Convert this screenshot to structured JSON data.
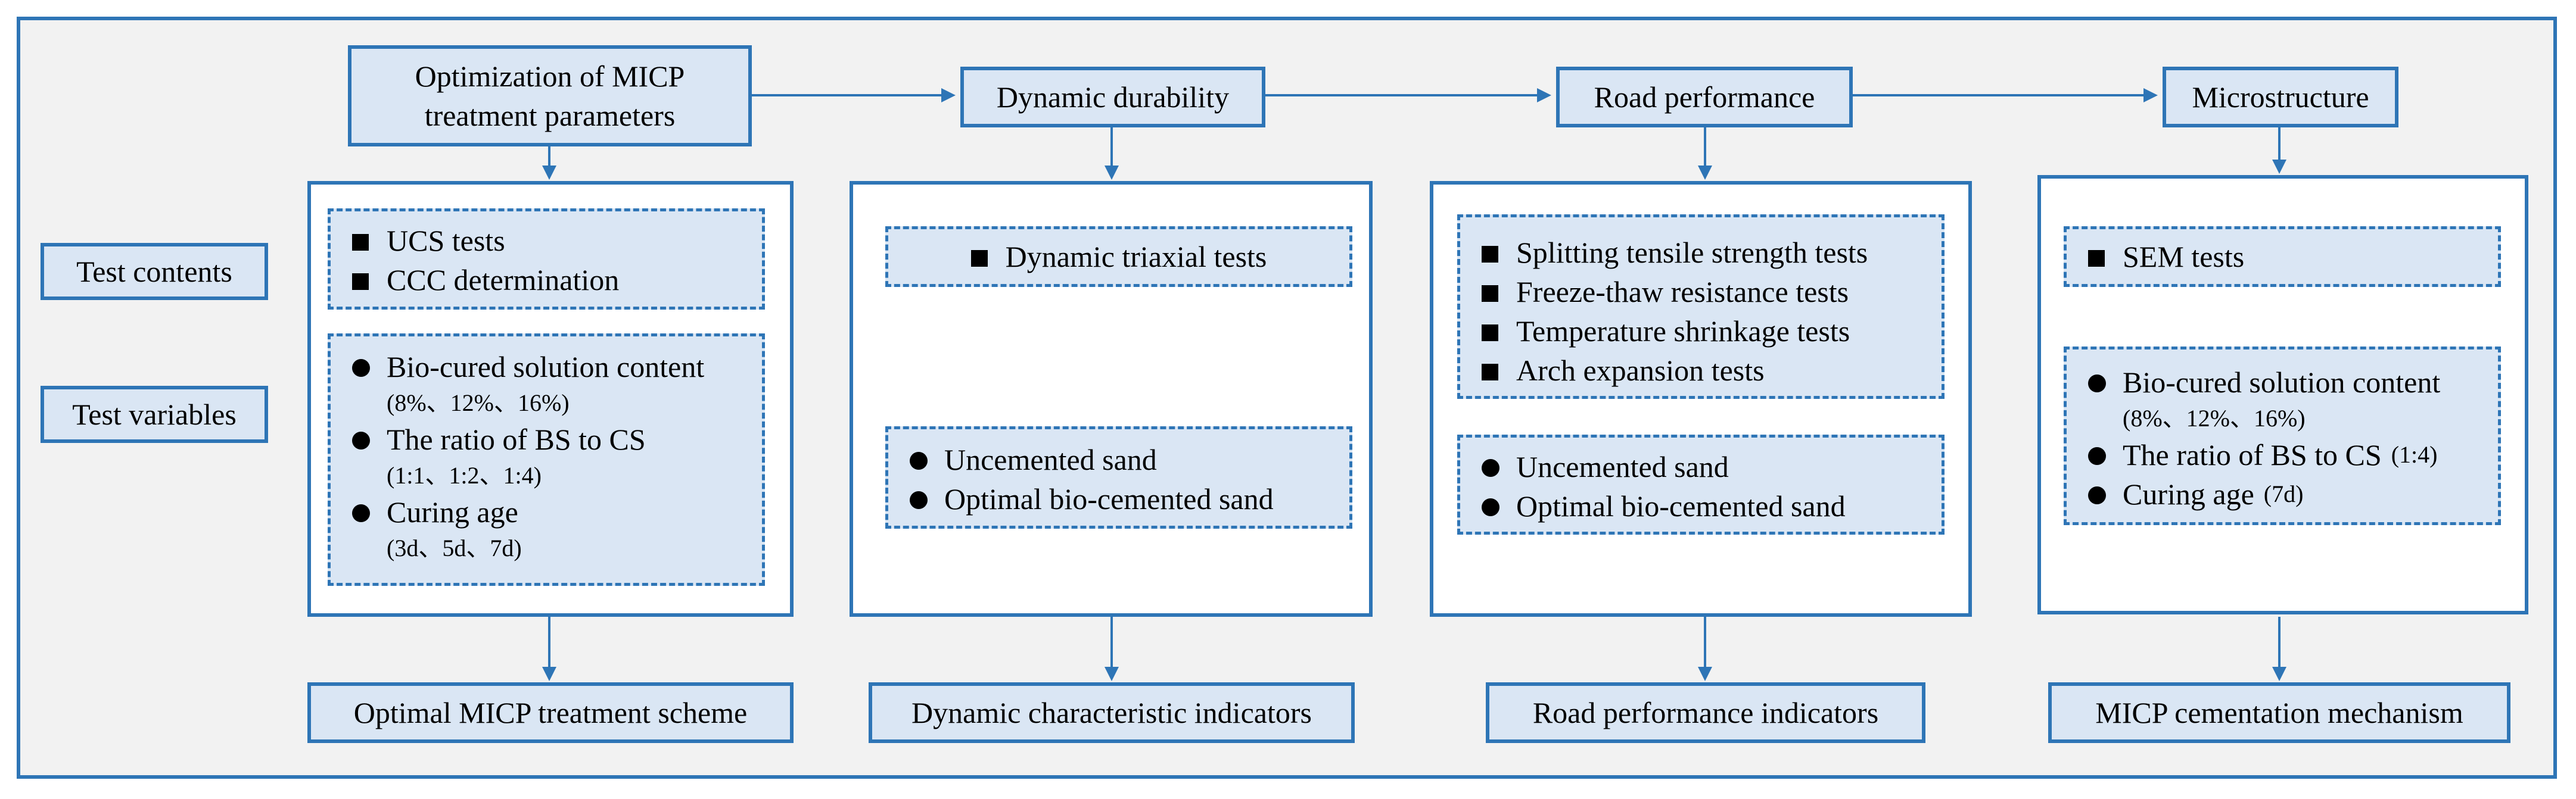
{
  "left_labels": {
    "test_contents": "Test contents",
    "test_variables": "Test variables"
  },
  "columns": [
    {
      "header": [
        "Optimization of MICP",
        "treatment parameters"
      ],
      "contents": [
        "UCS tests",
        "CCC determination"
      ],
      "variables": [
        {
          "text": "Bio-cured solution content",
          "sub": "(8%、12%、16%)"
        },
        {
          "text": "The ratio of BS to CS",
          "sub": "(1:1、1:2、1:4)"
        },
        {
          "text": "Curing age",
          "sub": "(3d、5d、7d)"
        }
      ],
      "footer": "Optimal MICP treatment scheme"
    },
    {
      "header": [
        "Dynamic durability"
      ],
      "contents": [
        "Dynamic triaxial tests"
      ],
      "variables": [
        {
          "text": "Uncemented sand"
        },
        {
          "text": "Optimal bio-cemented sand"
        }
      ],
      "footer": "Dynamic characteristic indicators"
    },
    {
      "header": [
        "Road performance"
      ],
      "contents": [
        "Splitting tensile strength tests",
        "Freeze-thaw resistance tests",
        "Temperature shrinkage tests",
        "Arch expansion tests"
      ],
      "variables": [
        {
          "text": "Uncemented sand"
        },
        {
          "text": "Optimal bio-cemented sand"
        }
      ],
      "footer": "Road performance indicators"
    },
    {
      "header": [
        "Microstructure"
      ],
      "contents": [
        "SEM tests"
      ],
      "variables": [
        {
          "text": "Bio-cured solution content",
          "sub": "(8%、12%、16%)"
        },
        {
          "text": "The ratio of BS to CS",
          "sub_inline": "(1:4)"
        },
        {
          "text": "Curing age",
          "sub_inline": "(7d)"
        }
      ],
      "footer": "MICP cementation mechanism"
    }
  ],
  "colors": {
    "border": "#2e75b6",
    "box_fill": "#dae6f4",
    "background": "#f2f2f2"
  },
  "icons": {
    "content_bullet": "black-square-icon",
    "variable_bullet": "black-circle-icon",
    "flow_arrow": "arrow-icon"
  }
}
